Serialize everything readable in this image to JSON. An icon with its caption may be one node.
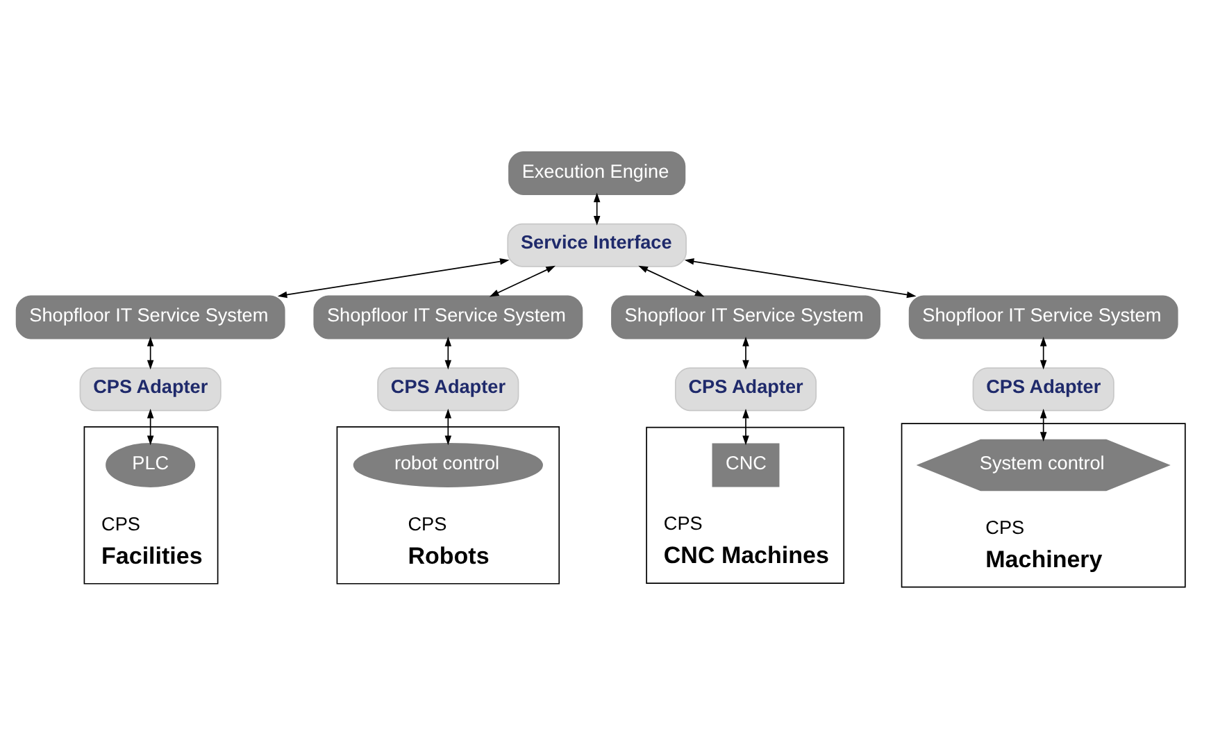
{
  "diagram": {
    "nodes": [
      {
        "text": [
          "Execution Engine"
        ]
      },
      {
        "text": [
          "Service Interface"
        ]
      },
      {
        "text": [
          "Shopfloor IT Service System"
        ]
      },
      {
        "text": [
          "Shopfloor IT Service System"
        ]
      },
      {
        "text": [
          "Shopfloor IT Service System"
        ]
      },
      {
        "text": [
          "Shopfloor IT Service System"
        ]
      },
      {
        "text": [
          "CPS",
          "Facilities"
        ]
      },
      {
        "text": [
          "CPS Adapter"
        ]
      },
      {
        "text": [
          "PLC"
        ],
        "in": 6
      },
      {
        "text": [
          "CPS",
          "Robots"
        ]
      },
      {
        "text": [
          "CPS Adapter"
        ]
      },
      {
        "text": [
          "robot control"
        ],
        "in": 9
      },
      {
        "text": [
          "CPS",
          "CNC Machines"
        ]
      },
      {
        "text": [
          "CPS Adapter"
        ]
      },
      {
        "text": [
          "CNC"
        ],
        "in": 12
      },
      {
        "text": [
          "CPS",
          "Machinery"
        ]
      },
      {
        "text": [
          "CPS Adapter"
        ]
      },
      {
        "text": [
          "System control"
        ],
        "in": 15
      }
    ],
    "edges": [
      {
        "from": 0,
        "to": 1,
        "arrow": "both"
      },
      {
        "from": 1,
        "to": 2,
        "arrow": "both"
      },
      {
        "from": 1,
        "to": 3,
        "arrow": "both"
      },
      {
        "from": 1,
        "to": 4,
        "arrow": "both"
      },
      {
        "from": 1,
        "to": 5,
        "arrow": "both"
      },
      {
        "from": 2,
        "to": 7,
        "arrow": "both"
      },
      {
        "from": 7,
        "to": 8,
        "arrow": "both"
      },
      {
        "from": 3,
        "to": 10,
        "arrow": "both"
      },
      {
        "from": 10,
        "to": 11,
        "arrow": "both"
      },
      {
        "from": 4,
        "to": 13,
        "arrow": "both"
      },
      {
        "from": 13,
        "to": 14,
        "arrow": "both"
      },
      {
        "from": 5,
        "to": 16,
        "arrow": "both"
      },
      {
        "from": 16,
        "to": 17,
        "arrow": "both"
      }
    ]
  }
}
